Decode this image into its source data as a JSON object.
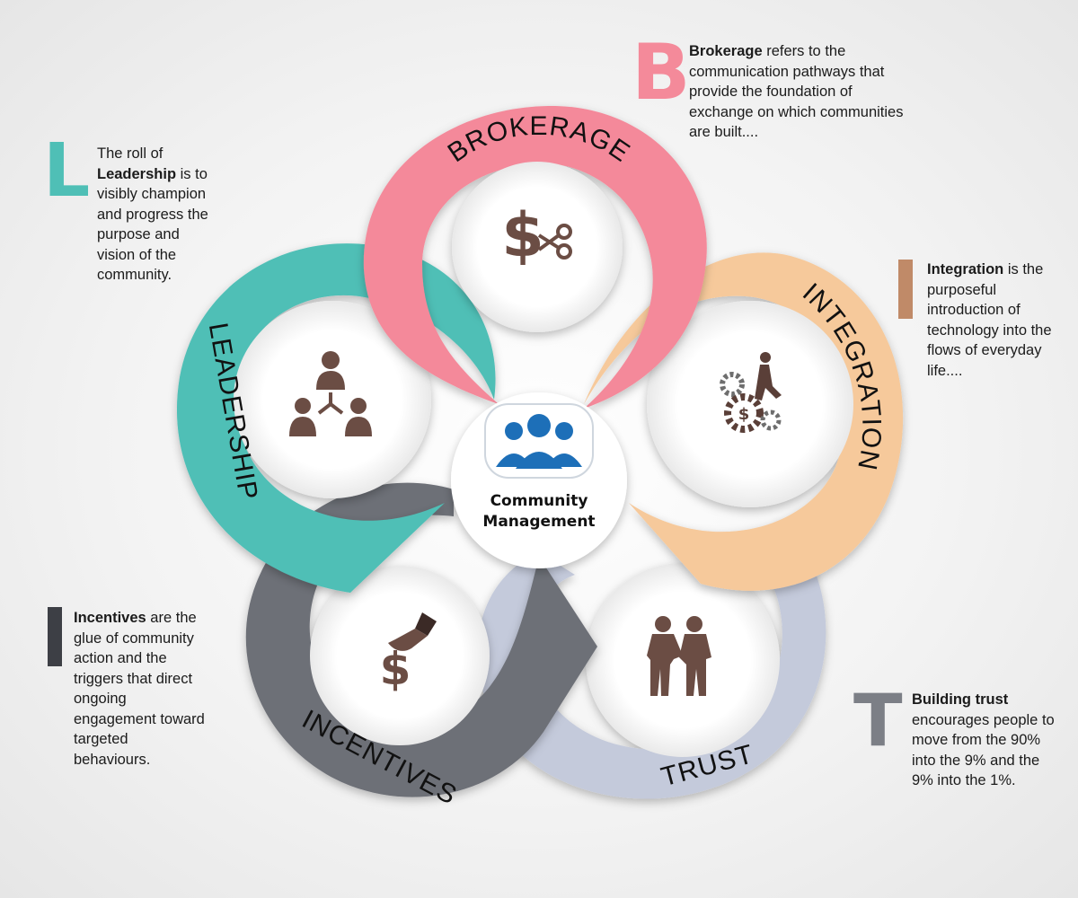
{
  "center": {
    "title_line1": "Community",
    "title_line2": "Management",
    "icon": "people-group-icon"
  },
  "segments": [
    {
      "key": "brokerage",
      "label": "BROKERAGE",
      "letter": "B",
      "color": "#f4899a",
      "icon": "dollar-scissors-icon",
      "desc_bold": "Brokerage",
      "desc_rest": " refers to the communication pathways that provide the foundation of exchange on which communities are built...."
    },
    {
      "key": "integration",
      "label": "INTEGRATION",
      "letter": "I",
      "color": "#f6c99b",
      "icon": "gears-climber-icon",
      "desc_bold": "Integration",
      "desc_rest": " is the purposeful introduction of technology into the flows of everyday life...."
    },
    {
      "key": "trust",
      "label": "TRUST",
      "letter": "T",
      "color": "#c4cadb",
      "icon": "handshake-icon",
      "desc_bold": "Building trust",
      "desc_rest": " encourages people to move from the 90% into the 9% and the 9% into the 1%."
    },
    {
      "key": "incentives",
      "label": "INCENTIVES",
      "letter": "I",
      "color": "#6d6f77",
      "icon": "hand-dollar-icon",
      "desc_bold": "Incentives",
      "desc_rest": " are the glue of community action and the triggers that direct ongoing engagement toward targeted behaviours."
    },
    {
      "key": "leadership",
      "label": "LEADERSHIP",
      "letter": "L",
      "color": "#4fbfb6",
      "icon": "org-chart-people-icon",
      "desc_pre": "The roll of ",
      "desc_bold": "Leadership",
      "desc_rest": " is to visibly champion and progress the purpose and vision of the community."
    }
  ],
  "letter_colors": {
    "brokerage": "#f48a9a",
    "integration": "#c08a68",
    "trust": "#7c7f86",
    "incentives": "#3d3f45",
    "leadership": "#4fbfb6"
  }
}
